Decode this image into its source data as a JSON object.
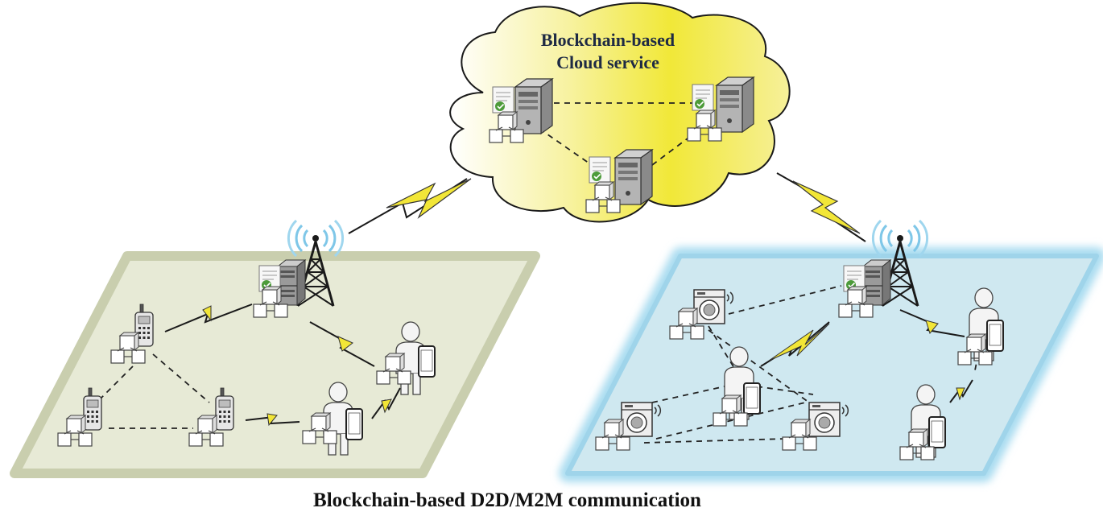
{
  "cloud": {
    "title_line1": "Blockchain-based",
    "title_line2": "Cloud service"
  },
  "caption": "Blockchain-based D2D/M2M communication",
  "colors": {
    "left_plane_fill": "#e7ead6",
    "left_plane_border": "#c9ceae",
    "right_plane_fill": "#cfe8f0",
    "right_plane_border": "#8fcfe6",
    "cloud_fill_center": "#f3eb3a",
    "lightning": "#f2e637"
  },
  "icons": {
    "server": "server-icon",
    "tower": "cell-tower-icon",
    "phone": "mobile-phone-icon",
    "person": "person-icon",
    "washer": "washing-machine-icon",
    "blockchain": "blockchain-icon",
    "lightning": "wireless-link-icon"
  }
}
